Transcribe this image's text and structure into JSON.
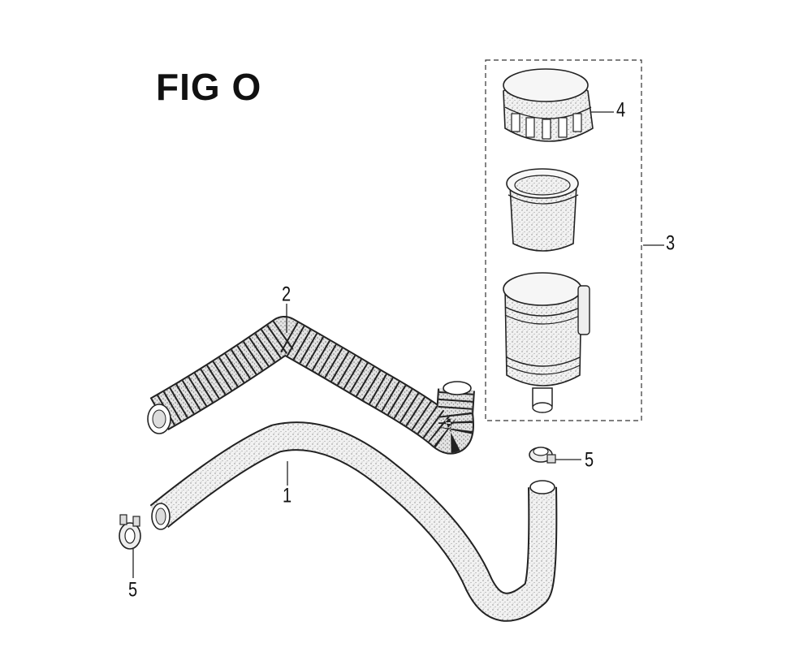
{
  "figure": {
    "title": "FIG O"
  },
  "callouts": {
    "hose_1": "1",
    "hose_2": "2",
    "filter_assembly_3": "3",
    "cap_4": "4",
    "clamp_5_right": "5",
    "clamp_5_left": "5"
  },
  "colors": {
    "line": "#222222",
    "hose_fill": "#e9e9e9",
    "stipple": "#8a8a8a"
  }
}
